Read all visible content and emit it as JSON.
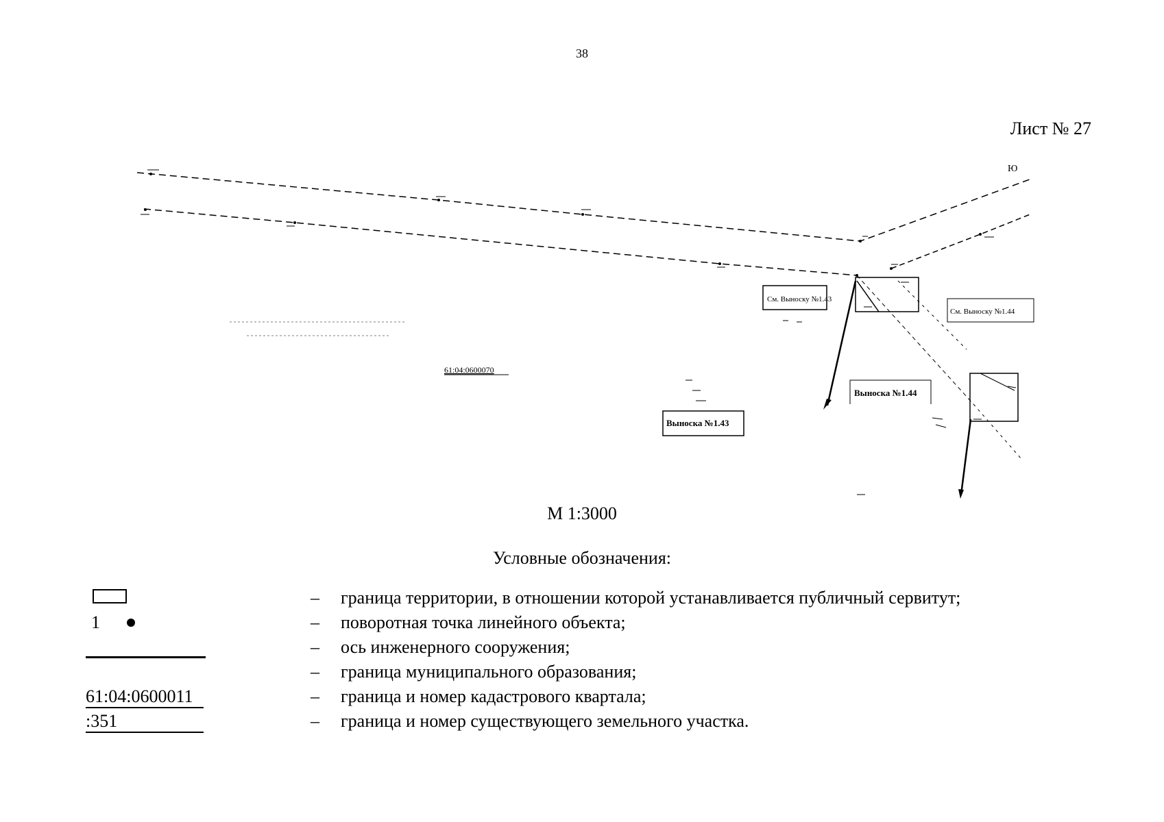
{
  "page_number": "38",
  "sheet_title": "Лист № 27",
  "map": {
    "callouts": {
      "see_43": "См. Выноску №1.43",
      "see_44": "См. Выноску №1.44",
      "vynoska_44": "Выноска №1.44",
      "vynoska_43": "Выноска №1.43"
    },
    "cadastral_label": "61:04:0600070",
    "corner_label": "Ю"
  },
  "scale": "М 1:3000",
  "legend": {
    "title": "Условные обозначения:",
    "dash": "–",
    "items": [
      {
        "text": "граница территории, в отношении которой устанавливается публичный сервитут;",
        "symbol": "rectangle"
      },
      {
        "text": "поворотная точка линейного объекта;",
        "symbol": "point",
        "symbol_label": "1"
      },
      {
        "text": "ось инженерного сооружения;",
        "symbol": "none"
      },
      {
        "text": "граница муниципального образования;",
        "symbol": "thick-line"
      },
      {
        "text": "граница и номер кадастрового квартала;",
        "symbol": "label",
        "symbol_label": "61:04:0600011"
      },
      {
        "text": "граница и номер существующего земельного участка.",
        "symbol": "label",
        "symbol_label": ":351"
      }
    ]
  }
}
